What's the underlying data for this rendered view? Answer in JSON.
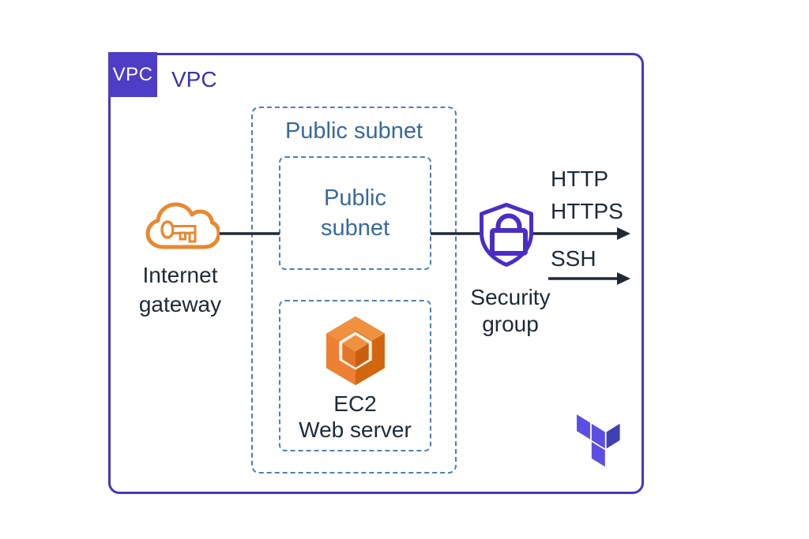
{
  "vpc": {
    "badge": "VPC",
    "title": "VPC"
  },
  "subnet_group": {
    "title": "Public subnet"
  },
  "subnet_box": {
    "line1": "Public",
    "line2": "subnet"
  },
  "ec2": {
    "line1": "EC2",
    "line2": "Web server"
  },
  "internet_gateway": {
    "line1": "Internet",
    "line2": "gateway"
  },
  "security_group": {
    "line1": "Security",
    "line2": "group"
  },
  "arrows": {
    "http": "HTTP",
    "https": "HTTPS",
    "ssh": "SSH"
  },
  "colors": {
    "vpc_border": "#4936bd",
    "vpc_badge_bg": "#4e3dc6",
    "vpc_title_text": "#3a31b0",
    "subnet_dash": "#4d80b3",
    "subnet_text": "#38699c",
    "ink_text_and_lines": "#1e2936",
    "gateway_orange": "#e9882f",
    "shield_purple": "#4b2dc6",
    "ec2_orange_light": "#ed8034",
    "ec2_orange_dark": "#d2660f",
    "terraform_light": "#5c4ee5",
    "terraform_dark": "#4040b2"
  }
}
